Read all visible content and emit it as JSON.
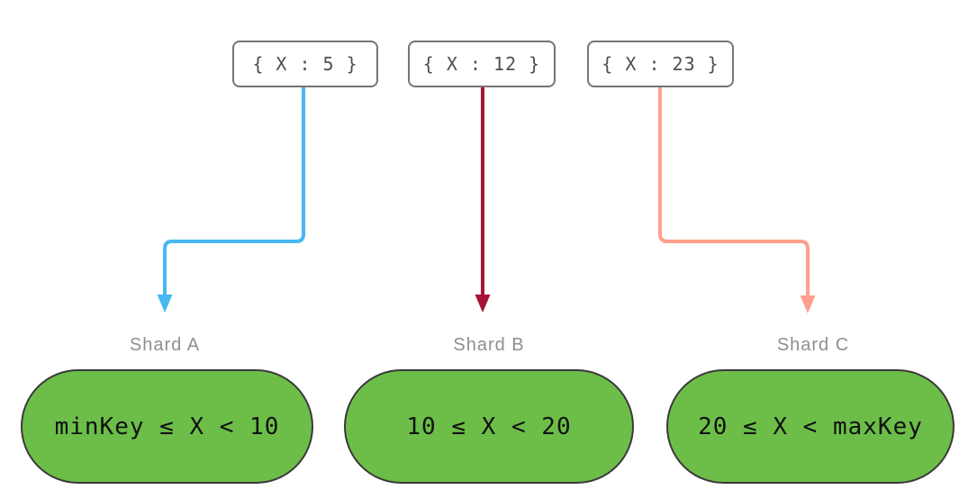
{
  "diagram": {
    "documents": [
      {
        "text": "{ X : 5 }"
      },
      {
        "text": "{ X : 12 }"
      },
      {
        "text": "{ X : 23 }"
      }
    ],
    "shards": [
      {
        "label": "Shard A",
        "range": "minKey ≤ X < 10"
      },
      {
        "label": "Shard B",
        "range": "10 ≤ X < 20"
      },
      {
        "label": "Shard C",
        "range": "20 ≤ X < maxKey"
      }
    ],
    "connections": [
      {
        "from": "{ X : 5 }",
        "to": "Shard A",
        "color": "#47b8f2"
      },
      {
        "from": "{ X : 12 }",
        "to": "Shard B",
        "color": "#a81337"
      },
      {
        "from": "{ X : 23 }",
        "to": "Shard C",
        "color": "#ff9f8d"
      }
    ],
    "colors": {
      "background": "#ffffff",
      "shard_fill": "#6cbe49",
      "shard_border": "#3a3a3a",
      "doc_box_border": "#757575",
      "doc_text": "#4f4f4f",
      "shard_label_text": "#8f8f8f",
      "range_text": "#111111"
    }
  }
}
